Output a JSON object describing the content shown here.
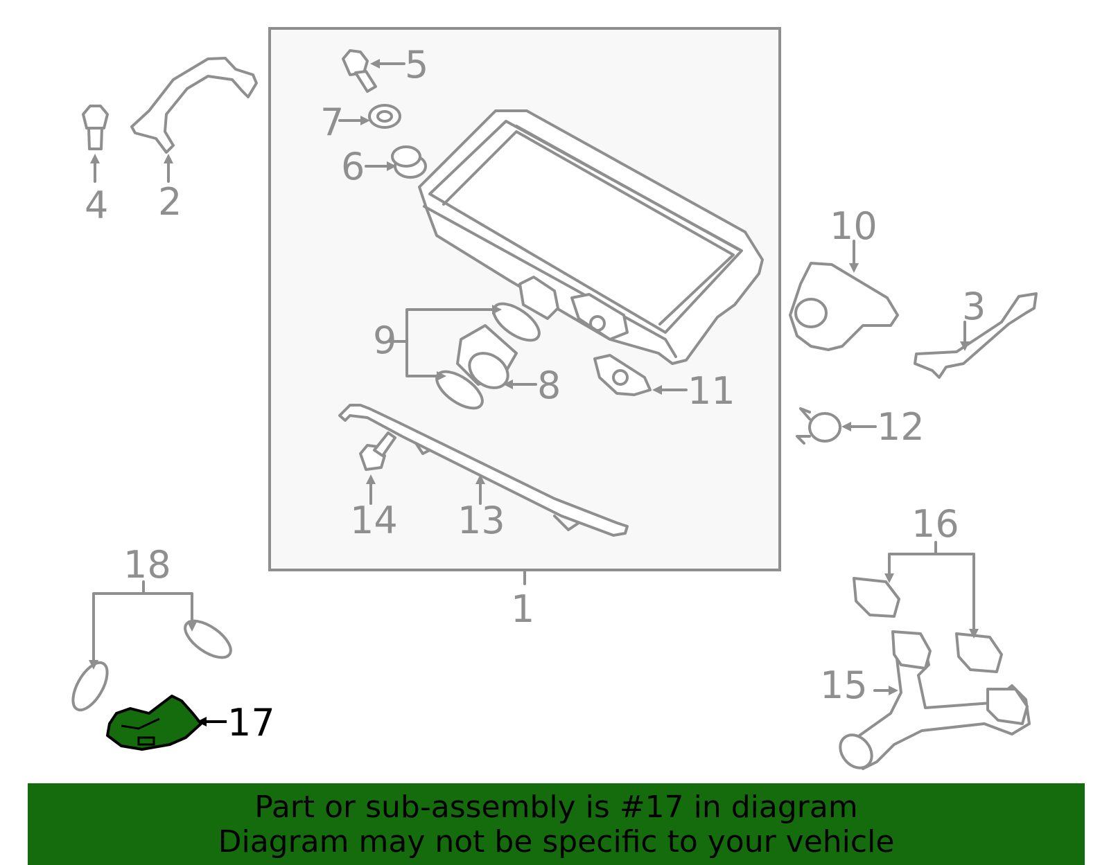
{
  "diagram": {
    "callouts": {
      "c1": "1",
      "c2": "2",
      "c3": "3",
      "c4": "4",
      "c5": "5",
      "c6": "6",
      "c7": "7",
      "c8": "8",
      "c9": "9",
      "c10": "10",
      "c11": "11",
      "c12": "12",
      "c13": "13",
      "c14": "14",
      "c15": "15",
      "c16": "16",
      "c17": "17",
      "c18": "18"
    },
    "highlight_part": "17",
    "colors": {
      "line": "#8f8f8f",
      "highlight": "#146c0c",
      "panel": "#f8f8f8",
      "banner": "#146c0c"
    }
  },
  "banner": {
    "line1": "Part or sub-assembly is #17 in diagram",
    "line2": "Diagram may not be specific to your vehicle"
  }
}
